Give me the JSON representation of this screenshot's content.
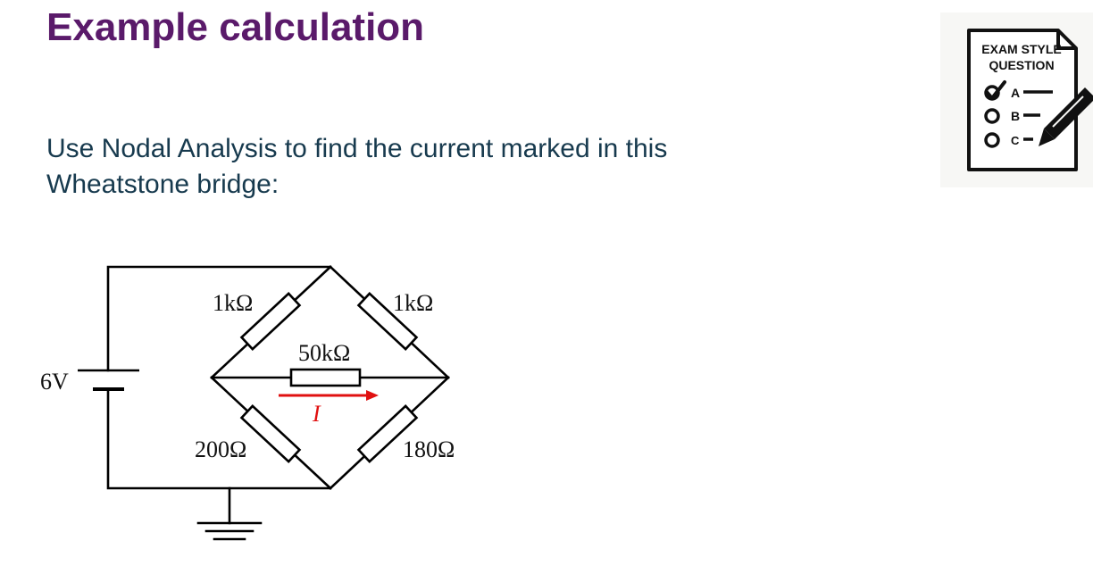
{
  "header": {
    "title": "Example calculation"
  },
  "question": {
    "text": "Use Nodal Analysis to find the current marked in this Wheatstone bridge:"
  },
  "badge": {
    "line1": "EXAM STYLE",
    "line2": "QUESTION",
    "options": [
      "A",
      "B",
      "C"
    ]
  },
  "circuit": {
    "source_label": "6V",
    "r_top_left": "1kΩ",
    "r_top_right": "1kΩ",
    "r_bridge": "50kΩ",
    "r_bottom_left": "200Ω",
    "r_bottom_right": "180Ω",
    "current_label": "I"
  },
  "colors": {
    "title": "#5a1a6a",
    "question": "#173a4e",
    "current_arrow": "#e01010",
    "wire": "#000000"
  },
  "icons": [
    "exam-sheet-icon",
    "checkmark-icon",
    "pencil-icon",
    "ground-symbol-icon",
    "battery-icon"
  ]
}
